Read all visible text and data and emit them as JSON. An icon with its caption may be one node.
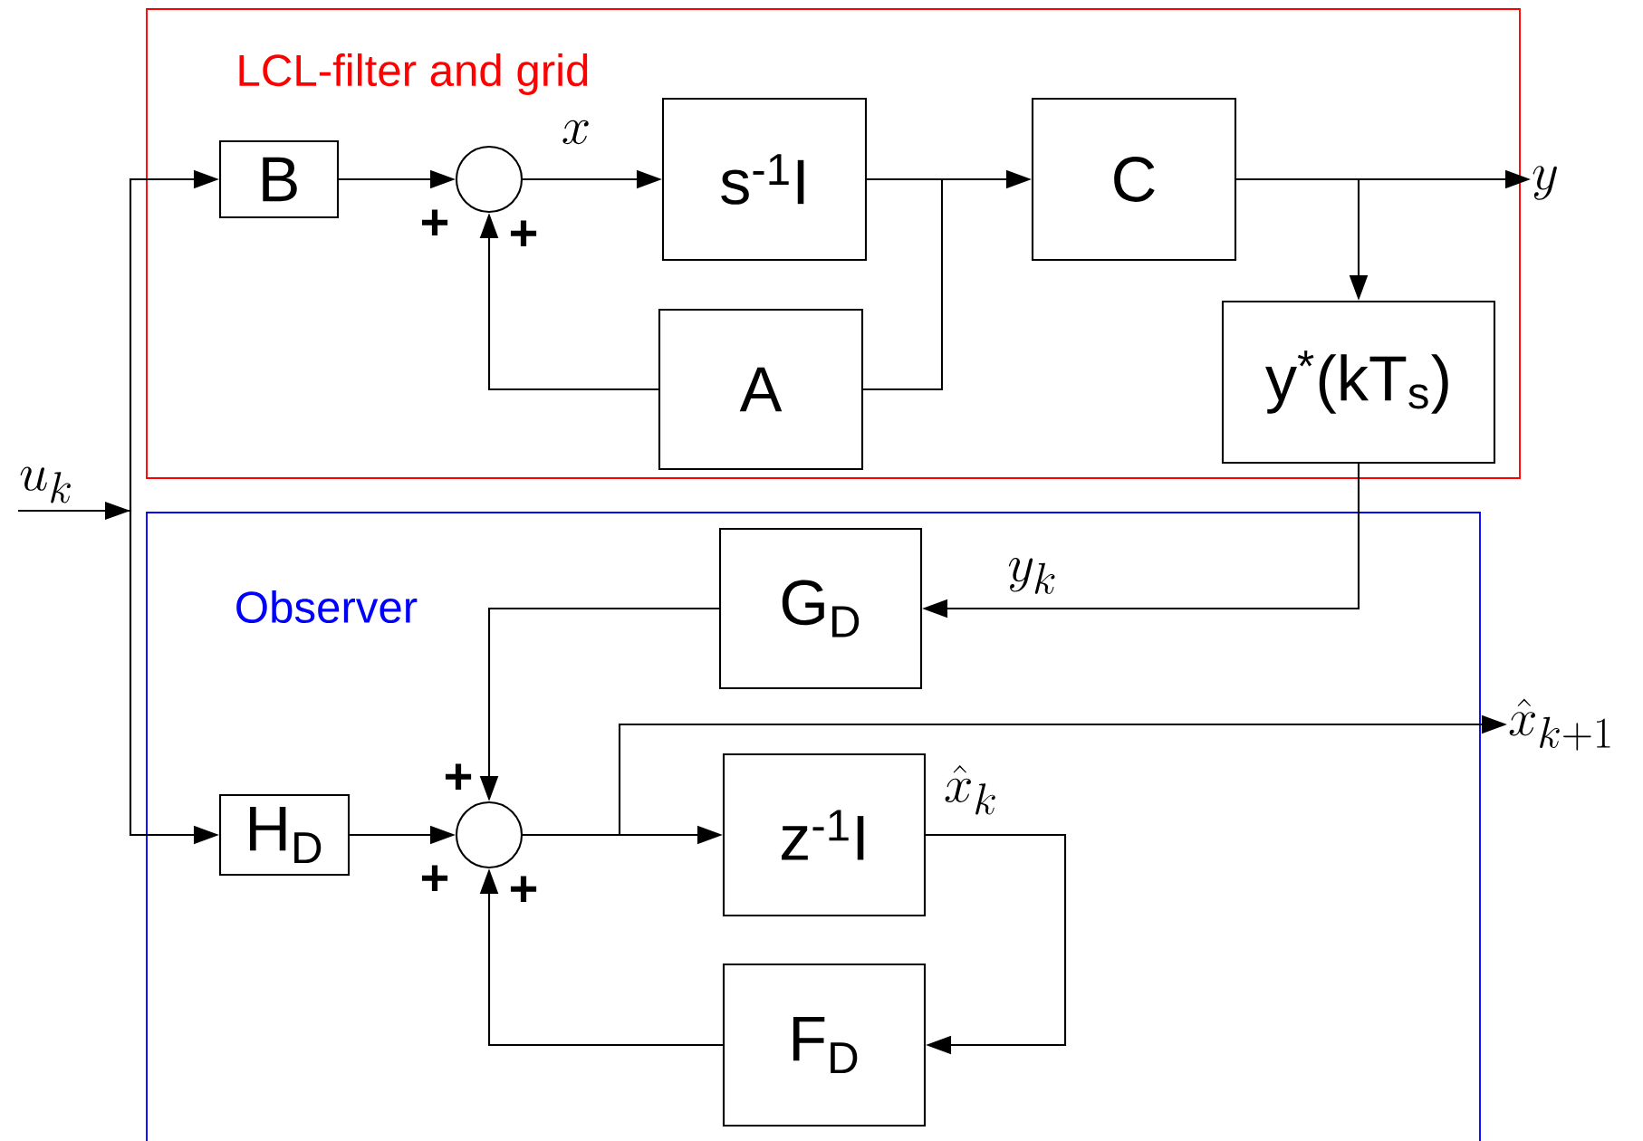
{
  "diagram": {
    "nodes": [
      {
        "text": [
          "LCL-filter and grid"
        ]
      },
      {
        "text": [
          "B"
        ],
        "in": 0
      },
      {
        "text": [],
        "shape": "circle",
        "in": 0
      },
      {
        "text": [
          "s$^{-1}$I"
        ],
        "in": 0
      },
      {
        "text": [
          "C"
        ],
        "in": 0
      },
      {
        "text": [
          "A"
        ],
        "in": 0
      },
      {
        "text": [
          "y$^{*}$(kT$_{s}$)"
        ],
        "in": 0
      },
      {
        "text": [
          "Observer"
        ]
      },
      {
        "text": [
          "G$_{D}$"
        ],
        "in": 7
      },
      {
        "text": [
          "H$_{D}$"
        ],
        "in": 7
      },
      {
        "text": [],
        "shape": "circle",
        "in": 7
      },
      {
        "text": [
          "z$^{-1}$I"
        ],
        "in": 7
      },
      {
        "text": [
          "F$_{D}$"
        ],
        "in": 7
      },
      {
        "text": [
          "u_{k}"
        ]
      },
      {
        "text": [
          "y"
        ]
      },
      {
        "text": [
          "\\hat{x}_{k+1}"
        ]
      }
    ],
    "edges": [
      {
        "from": 13,
        "to": 1,
        "arrow": "to"
      },
      {
        "from": 13,
        "to": 9,
        "arrow": "to"
      },
      {
        "from": 1,
        "to": 2,
        "arrow": "to"
      },
      {
        "from": 2,
        "to": 3,
        "arrow": "to",
        "label": "x"
      },
      {
        "from": 3,
        "to": 4,
        "arrow": "to"
      },
      {
        "from": 3,
        "to": 5,
        "arrow": "none"
      },
      {
        "from": 5,
        "to": 2,
        "arrow": "to"
      },
      {
        "from": 4,
        "to": 14,
        "arrow": "to"
      },
      {
        "from": 4,
        "to": 6,
        "arrow": "to"
      },
      {
        "from": 6,
        "to": 8,
        "arrow": "to",
        "label": "y_{k}"
      },
      {
        "from": 8,
        "to": 10,
        "arrow": "to"
      },
      {
        "from": 9,
        "to": 10,
        "arrow": "to"
      },
      {
        "from": 10,
        "to": 11,
        "arrow": "to"
      },
      {
        "from": 10,
        "to": 15,
        "arrow": "to"
      },
      {
        "from": 11,
        "to": 12,
        "arrow": "to",
        "label": "\\hat{x}_{k}"
      },
      {
        "from": 12,
        "to": 10,
        "arrow": "to"
      }
    ],
    "labels": [
      "+",
      "+",
      "+",
      "+",
      "+"
    ]
  }
}
